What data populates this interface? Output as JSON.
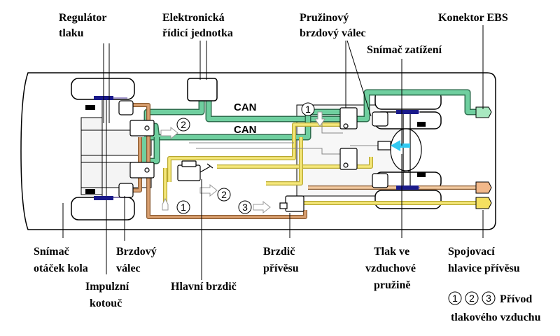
{
  "labels": {
    "pressure_regulator": [
      "Regulátor",
      "tlaku"
    ],
    "ecu": [
      "Elektronická",
      "řídicí  jednotka"
    ],
    "spring_brake_cylinder": [
      "Pružinový",
      "brzdový  válec"
    ],
    "load_sensor": "Snímač zatížení",
    "ebs_connector": "Konektor EBS",
    "wheel_speed_sensor": [
      "Snímač",
      "otáček kola"
    ],
    "brake_cylinder": [
      "Brzdový",
      "válec"
    ],
    "impulse_ring": [
      "Impulzní",
      "kotouč"
    ],
    "main_brake": "Hlavní brzdič",
    "trailer_brake": [
      "Brzdič",
      "přívěsu"
    ],
    "air_spring_pressure": [
      "Tlak  ve",
      "vzduchové",
      "pružině"
    ],
    "trailer_coupling_heads": [
      "Spojovací",
      "hlavice přívěsu"
    ],
    "air_supply_legend_numbers": [
      "1",
      "2",
      "3"
    ],
    "air_supply_legend": [
      "Přívod",
      "tlakového vzduchu"
    ]
  },
  "can_labels": [
    "CAN",
    "CAN"
  ],
  "circle_numbers": {
    "top_left_2": "2",
    "pedal_2": "2",
    "bottom_1": "1",
    "bottom_3": "3",
    "right_1": "1"
  },
  "colors": {
    "can_line": "#6fcf9f",
    "can_dark": "#2f6f4f",
    "air_supply": "#f5e77a",
    "air_supply_dark": "#b8a830",
    "brake_line": "#d9a070",
    "brake_line_dark": "#8a5a30",
    "sensor_wire": "#8a7cc0",
    "ebs_connector": "#a8e8c0",
    "coupling_orange": "#f2b88a",
    "coupling_yellow": "#f5e060",
    "arrow_cyan": "#30c8f0",
    "impulse_ring": "#1a1a8a"
  }
}
